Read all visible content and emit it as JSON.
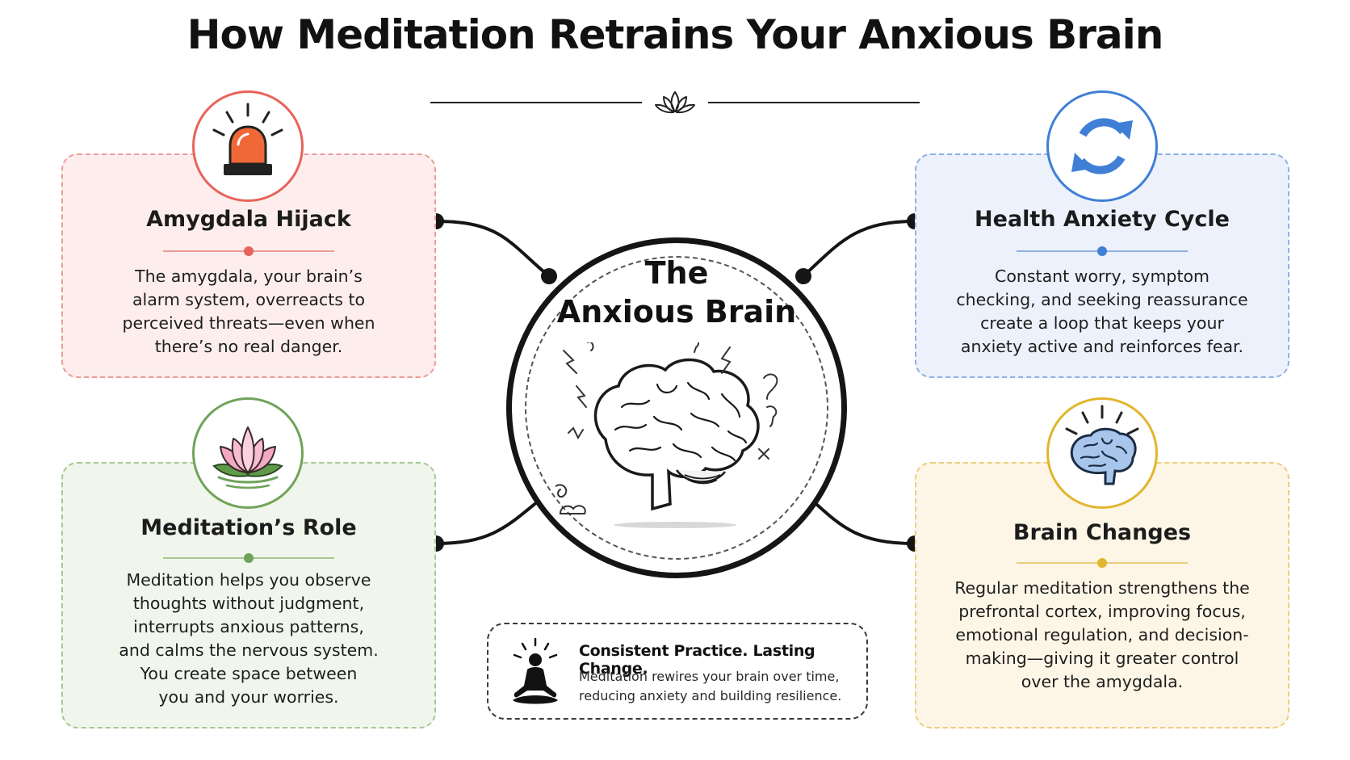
{
  "title": "How Meditation Retrains Your Anxious Brain",
  "center": {
    "title_line1": "The",
    "title_line2": "Anxious Brain"
  },
  "cards": {
    "amygdala": {
      "title": "Amygdala Hijack",
      "lines": [
        "The amygdala, your brain’s",
        "alarm system, overreacts to",
        "perceived threats—even when",
        "there’s no real danger."
      ],
      "color": "#e8635a"
    },
    "health": {
      "title": "Health Anxiety Cycle",
      "lines": [
        "Constant worry, symptom",
        "checking, and seeking reassurance",
        "create a loop that keeps your",
        "anxiety active and reinforces fear."
      ],
      "color": "#3f7fd6"
    },
    "meditation": {
      "title": "Meditation’s Role",
      "lines": [
        "Meditation helps you observe",
        "thoughts without judgment,",
        "interrupts anxious patterns,",
        "and calms the nervous system.",
        "You create space between",
        "you and your worries."
      ],
      "color": "#6fa35a"
    },
    "changes": {
      "title": "Brain Changes",
      "lines": [
        "Regular meditation strengthens the",
        "prefrontal cortex, improving focus,",
        "emotional regulation, and decision-",
        "making—giving it greater control",
        "over the amygdala."
      ],
      "color": "#e2b52e"
    }
  },
  "practice": {
    "title": "Consistent Practice. Lasting Change.",
    "line1": "Meditation rewires your brain over time,",
    "line2": "reducing anxiety and building resilience."
  },
  "icons": [
    "lotus-icon",
    "alarm-siren-icon",
    "cycle-arrows-icon",
    "brain-icon",
    "meditating-person-icon"
  ]
}
